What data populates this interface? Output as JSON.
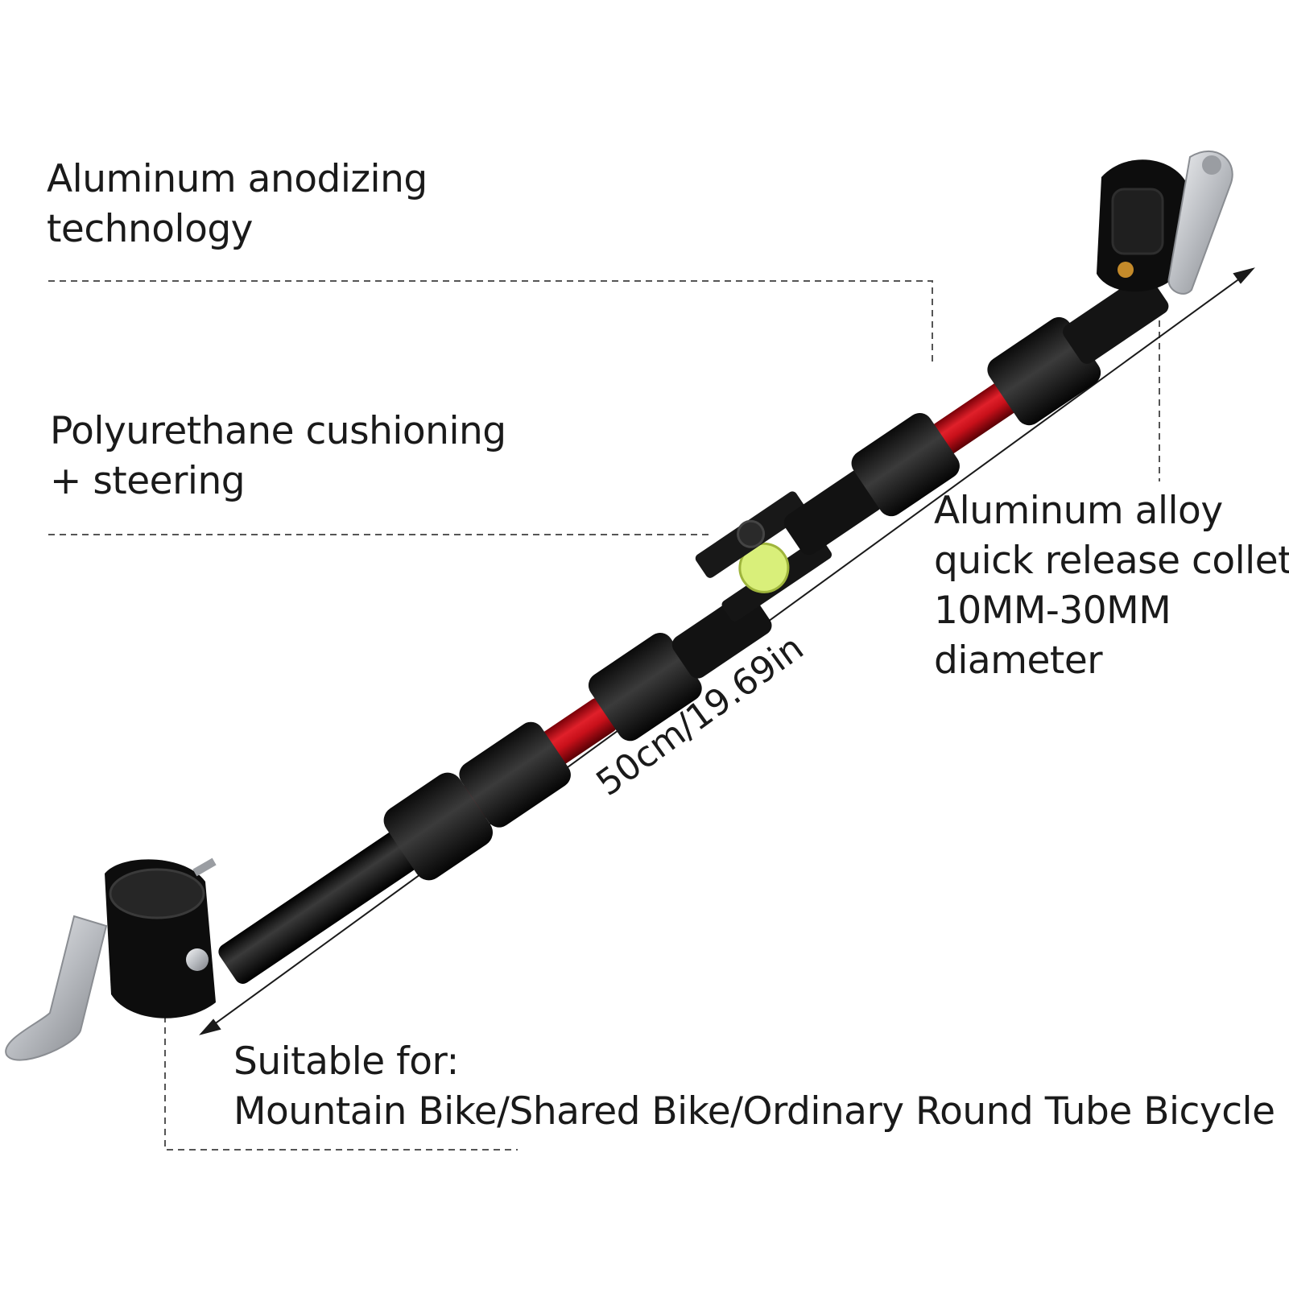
{
  "annotations": {
    "anodizing": {
      "line1": "Aluminum anodizing",
      "line2": "technology"
    },
    "cushioning": {
      "line1": "Polyurethane cushioning",
      "line2": "+ steering"
    },
    "collet": {
      "line1": "Aluminum alloy",
      "line2": "quick release collet:",
      "line3": "10MM-30MM",
      "line4": "diameter"
    },
    "suitable": {
      "line1": "Suitable for:",
      "line2": "Mountain Bike/Shared Bike/Ordinary Round Tube Bicycle"
    }
  },
  "dimension": {
    "length_label": "50cm/19.69in"
  },
  "colors": {
    "tube_red": "#c8101a",
    "tube_black": "#111111",
    "sleeve": "#1c1c1c",
    "cushion": "#d9ef7a",
    "metal": "#c9ccd0",
    "leader_line": "#555555"
  }
}
